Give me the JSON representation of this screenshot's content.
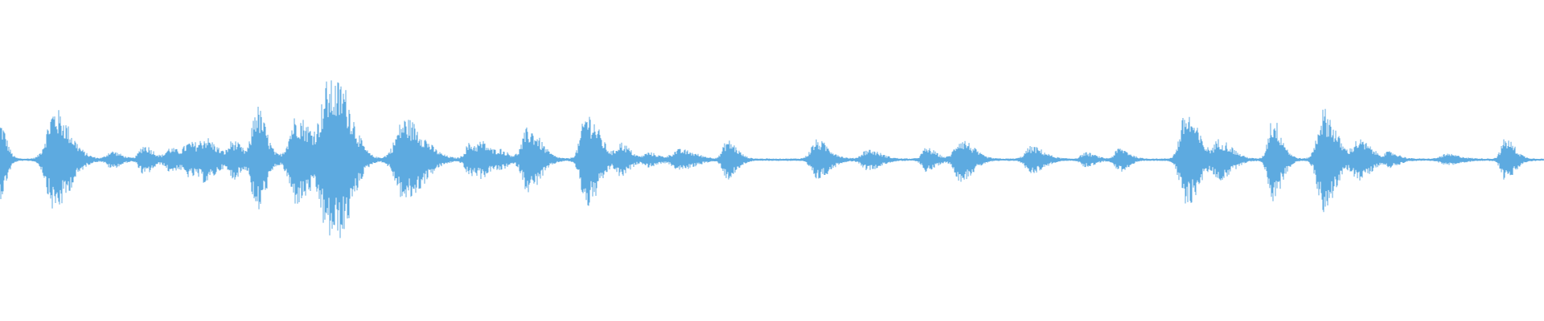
{
  "waveform": {
    "color": "#5daae0",
    "background": "#ffffff",
    "bursts": [
      {
        "t": 0.0,
        "amp": 0.24,
        "width": 0.004
      },
      {
        "t": 0.035,
        "amp": 0.32,
        "width": 0.01
      },
      {
        "t": 0.072,
        "amp": 0.05,
        "width": 0.006
      },
      {
        "t": 0.093,
        "amp": 0.09,
        "width": 0.006
      },
      {
        "t": 0.11,
        "amp": 0.07,
        "width": 0.006
      },
      {
        "t": 0.123,
        "amp": 0.1,
        "width": 0.008
      },
      {
        "t": 0.134,
        "amp": 0.1,
        "width": 0.008
      },
      {
        "t": 0.151,
        "amp": 0.11,
        "width": 0.006
      },
      {
        "t": 0.166,
        "amp": 0.34,
        "width": 0.006
      },
      {
        "t": 0.192,
        "amp": 0.28,
        "width": 0.01
      },
      {
        "t": 0.213,
        "amp": 0.48,
        "width": 0.01
      },
      {
        "t": 0.223,
        "amp": 0.18,
        "width": 0.008
      },
      {
        "t": 0.262,
        "amp": 0.26,
        "width": 0.012
      },
      {
        "t": 0.304,
        "amp": 0.1,
        "width": 0.006
      },
      {
        "t": 0.313,
        "amp": 0.08,
        "width": 0.006
      },
      {
        "t": 0.324,
        "amp": 0.05,
        "width": 0.006
      },
      {
        "t": 0.342,
        "amp": 0.2,
        "width": 0.008
      },
      {
        "t": 0.38,
        "amp": 0.3,
        "width": 0.008
      },
      {
        "t": 0.402,
        "amp": 0.1,
        "width": 0.006
      },
      {
        "t": 0.42,
        "amp": 0.04,
        "width": 0.006
      },
      {
        "t": 0.44,
        "amp": 0.06,
        "width": 0.01
      },
      {
        "t": 0.471,
        "amp": 0.12,
        "width": 0.006
      },
      {
        "t": 0.529,
        "amp": 0.12,
        "width": 0.008
      },
      {
        "t": 0.562,
        "amp": 0.06,
        "width": 0.008
      },
      {
        "t": 0.6,
        "amp": 0.07,
        "width": 0.006
      },
      {
        "t": 0.622,
        "amp": 0.13,
        "width": 0.008
      },
      {
        "t": 0.668,
        "amp": 0.08,
        "width": 0.008
      },
      {
        "t": 0.703,
        "amp": 0.04,
        "width": 0.006
      },
      {
        "t": 0.725,
        "amp": 0.07,
        "width": 0.006
      },
      {
        "t": 0.768,
        "amp": 0.3,
        "width": 0.008
      },
      {
        "t": 0.79,
        "amp": 0.12,
        "width": 0.008
      },
      {
        "t": 0.824,
        "amp": 0.26,
        "width": 0.006
      },
      {
        "t": 0.857,
        "amp": 0.32,
        "width": 0.008
      },
      {
        "t": 0.88,
        "amp": 0.12,
        "width": 0.008
      },
      {
        "t": 0.9,
        "amp": 0.04,
        "width": 0.006
      },
      {
        "t": 0.937,
        "amp": 0.03,
        "width": 0.008
      },
      {
        "t": 0.975,
        "amp": 0.13,
        "width": 0.006
      }
    ]
  }
}
